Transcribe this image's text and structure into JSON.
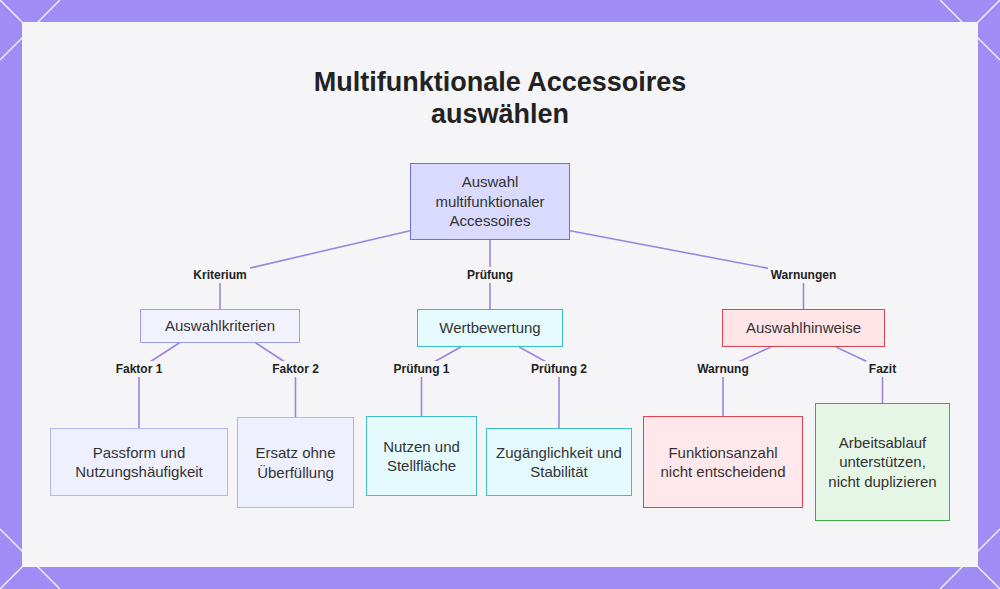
{
  "diagram": {
    "title": "Multifunktionale Accessoires auswählen",
    "nodes": [
      {
        "text": [
          "Auswahl multifunktionaler Accessoires"
        ]
      },
      {
        "text": [
          "Auswahlkriterien"
        ]
      },
      {
        "text": [
          "Wertbewertung"
        ]
      },
      {
        "text": [
          "Auswahlhinweise"
        ]
      },
      {
        "text": [
          "Passform und Nutzungshäufigkeit"
        ]
      },
      {
        "text": [
          "Ersatz ohne Überfüllung"
        ]
      },
      {
        "text": [
          "Nutzen und Stellfläche"
        ]
      },
      {
        "text": [
          "Zugänglichkeit und Stabilität"
        ]
      },
      {
        "text": [
          "Funktionsanzahl nicht entscheidend"
        ]
      },
      {
        "text": [
          "Arbeitsablauf unterstützen, nicht duplizieren"
        ]
      }
    ],
    "edges": [
      {
        "from": 0,
        "to": 1,
        "arrow": "none",
        "label": "Kriterium"
      },
      {
        "from": 0,
        "to": 2,
        "arrow": "none",
        "label": "Prüfung"
      },
      {
        "from": 0,
        "to": 3,
        "arrow": "none",
        "label": "Warnungen"
      },
      {
        "from": 1,
        "to": 4,
        "arrow": "none",
        "label": "Faktor 1"
      },
      {
        "from": 1,
        "to": 5,
        "arrow": "none",
        "label": "Faktor 2"
      },
      {
        "from": 2,
        "to": 6,
        "arrow": "none",
        "label": "Prüfung 1"
      },
      {
        "from": 2,
        "to": 7,
        "arrow": "none",
        "label": "Prüfung 2"
      },
      {
        "from": 3,
        "to": 8,
        "arrow": "none",
        "label": "Warnung"
      },
      {
        "from": 3,
        "to": 9,
        "arrow": "none",
        "label": "Fazit"
      }
    ]
  }
}
